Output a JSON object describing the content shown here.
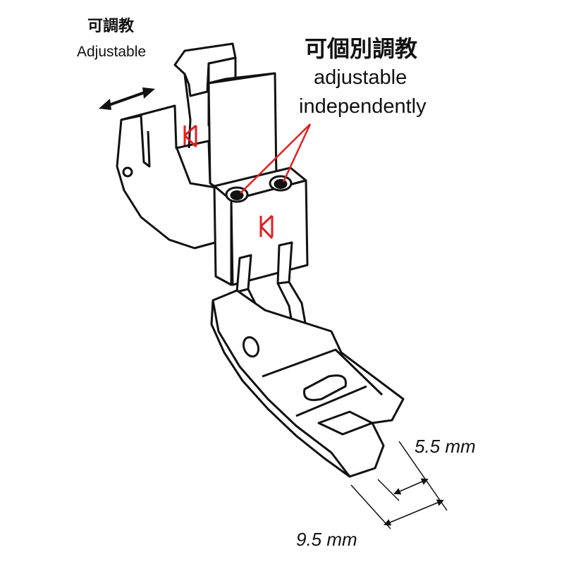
{
  "labels": {
    "adjustable_cn": "可調教",
    "adjustable_en": "Adjustable",
    "independent_cn": "可個別調教",
    "independent_en_line1": "adjustable",
    "independent_en_line2": "independently"
  },
  "logo": {
    "text": "K",
    "color": "#e02020"
  },
  "dimensions": {
    "inner": "5.5 mm",
    "outer": "9.5 mm"
  },
  "colors": {
    "outline": "#111111",
    "pointer": "#e02020",
    "background": "#ffffff"
  }
}
